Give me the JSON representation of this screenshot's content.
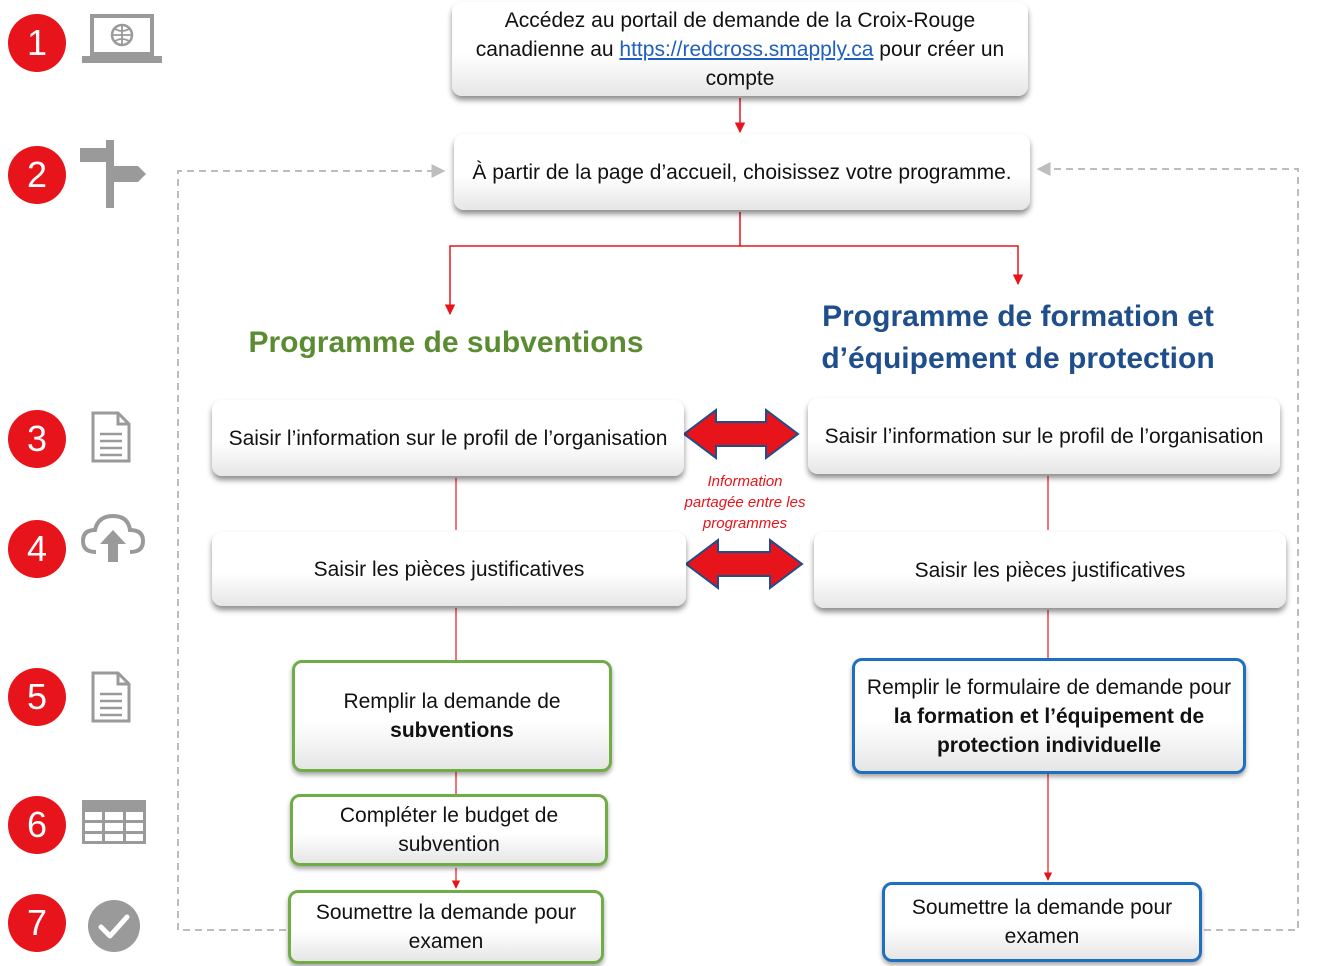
{
  "steps": {
    "s1": "1",
    "s2": "2",
    "s3": "3",
    "s4": "4",
    "s5": "5",
    "s6": "6",
    "s7": "7"
  },
  "icons": {
    "i1": "laptop-icon",
    "i2": "signpost-icon",
    "i3": "document-icon",
    "i4": "cloud-upload-icon",
    "i5": "document-icon",
    "i6": "table-icon",
    "i7": "checkmark-icon"
  },
  "top": {
    "portal_before": "Accédez au portail de demande de la Croix-Rouge canadienne au ",
    "portal_link": "https://redcross.smapply.ca",
    "portal_after": " pour créer un compte",
    "home": "À partir de la page d’accueil, choisissez votre programme."
  },
  "left": {
    "heading": "Programme de subventions",
    "profile": "Saisir l’information sur le profil de l’organisation",
    "docs": "Saisir les pièces justificatives",
    "fill_before": "Remplir la demande de",
    "fill_bold": "subventions",
    "budget": "Compléter le budget de subvention",
    "submit": "Soumettre la demande pour examen"
  },
  "right": {
    "heading": "Programme de formation et d’équipement de protection",
    "profile": "Saisir l’information sur le profil de l’organisation",
    "docs": "Saisir les pièces justificatives",
    "fill_before": "Remplir le formulaire de demande pour",
    "fill_bold": "la formation et l’équipement de protection individuelle",
    "submit": "Soumettre la demande pour examen"
  },
  "shared_note": "Information partagée entre les programmes",
  "colors": {
    "red": "#e8141b",
    "green": "#5b8c32",
    "blue": "#1f4e8c",
    "icon_gray": "#9a9a9a"
  }
}
